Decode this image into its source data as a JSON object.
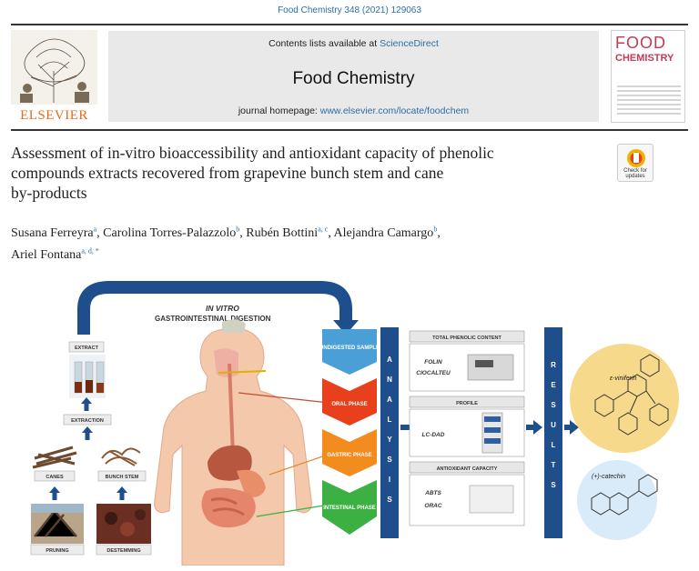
{
  "header": {
    "citation": "Food Chemistry 348 (2021) 129063",
    "publisher": "ELSEVIER",
    "contents_prefix": "Contents lists available at ",
    "contents_link": "ScienceDirect",
    "journal_title": "Food Chemistry",
    "homepage_prefix": "journal homepage: ",
    "homepage_link": "www.elsevier.com/locate/foodchem",
    "cover_title_1": "FOOD",
    "cover_title_2": "CHEMISTRY",
    "badge_text": "Check for updates"
  },
  "article": {
    "title_line1": "Assessment of in-vitro bioaccessibility and antioxidant capacity of phenolic",
    "title_line2": "compounds extracts recovered from grapevine bunch stem and cane",
    "title_line3": "by-products",
    "authors": [
      {
        "name": "Susana Ferreyra",
        "aff": "a",
        "sep": ", "
      },
      {
        "name": "Carolina Torres-Palazzolo",
        "aff": "b",
        "sep": ", "
      },
      {
        "name": "Rubén Bottini",
        "aff": "a, c",
        "sep": ", "
      },
      {
        "name": "Alejandra Camargo",
        "aff": "b",
        "sep": ","
      },
      {
        "name": "Ariel Fontana",
        "aff": "a, d, *",
        "sep": ""
      }
    ]
  },
  "graphic": {
    "arc_label_1": "IN VITRO",
    "arc_label_2": "GASTROINTESTINAL DIGESTION",
    "left_labels": {
      "extract": "EXTRACT",
      "extraction": "EXTRACTION",
      "canes": "CANES",
      "bunch_stem": "BUNCH STEM",
      "pruning": "PRUNING",
      "destemming": "DESTEMMING"
    },
    "phases": [
      "UNDIGESTED SAMPLE",
      "ORAL PHASE",
      "GASTRIC PHASE",
      "INTESTINAL PHASE"
    ],
    "analysis_letters": [
      "A",
      "N",
      "A",
      "L",
      "Y",
      "S",
      "I",
      "S"
    ],
    "results_letters": [
      "R",
      "E",
      "S",
      "U",
      "L",
      "T",
      "S"
    ],
    "analyses": [
      {
        "header": "TOTAL PHENOLIC CONTENT",
        "method_1": "FOLIN",
        "method_2": "CIOCALTEU"
      },
      {
        "header": "PROFILE",
        "method_1": "LC-DAD",
        "method_2": ""
      },
      {
        "header": "ANTIOXIDANT CAPACITY",
        "method_1": "ABTS",
        "method_2": "ORAC"
      }
    ],
    "compounds": [
      "ε-viniferin",
      "(+)-catechin"
    ],
    "colors": {
      "navy": "#1f4e8c",
      "undigested": "#4a9fd6",
      "oral": "#e8401c",
      "gastric": "#f28c1e",
      "intestinal": "#3cb043",
      "viniferin_bg": "#f6d98a",
      "catechin_bg": "#d9ebf8"
    }
  }
}
